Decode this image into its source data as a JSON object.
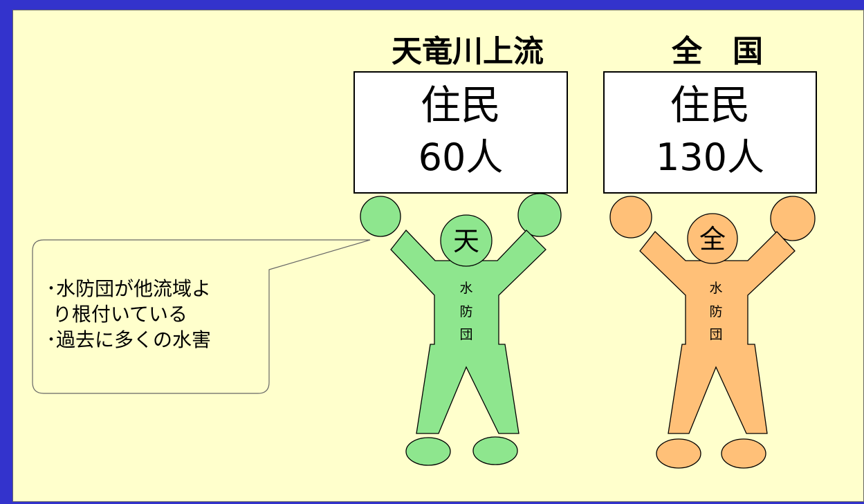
{
  "left_group": {
    "region_label": "天竜川上流",
    "sign_title": "住民",
    "sign_count": "60人",
    "head_char": "天",
    "torso_text": [
      "水",
      "防",
      "団"
    ],
    "color": "#8ee68e"
  },
  "right_group": {
    "region_label": "全　国",
    "sign_title": "住民",
    "sign_count": "130人",
    "head_char": "全",
    "torso_text": [
      "水",
      "防",
      "団"
    ],
    "color": "#ffc078"
  },
  "callout": {
    "lines": [
      "･水防団が他流域よ",
      " り根付いている",
      "･過去に多くの水害"
    ]
  },
  "colors": {
    "background": "#ffffcc",
    "frame": "#3333cc"
  }
}
